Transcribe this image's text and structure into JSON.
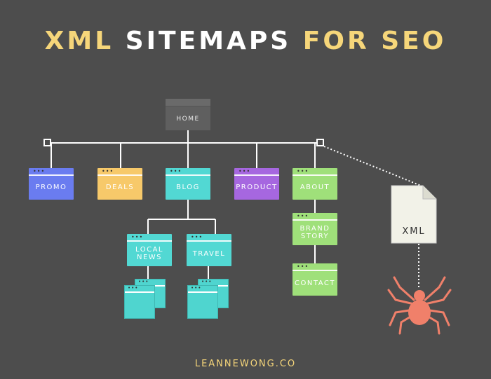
{
  "title": {
    "part1": "XML",
    "part2": "SITEMAPS",
    "part3": "FOR SEO"
  },
  "colors": {
    "background": "#4d4d4d",
    "accent": "#f6d67a",
    "promo": "#6a7cf0",
    "deals": "#f7c96a",
    "blog": "#52d8d3",
    "product": "#a667e0",
    "about": "#9fe07a",
    "spider": "#f0806a"
  },
  "nodes": {
    "home": "HOME",
    "promo": "PROMO",
    "deals": "DEALS",
    "blog": "BLOG",
    "product": "PRODUCT",
    "about": "ABOUT",
    "local_news": "LOCAL\nNEWS",
    "travel": "TRAVEL",
    "brand_story": "BRAND\nSTORY",
    "contact": "CONTACT"
  },
  "xml_doc": {
    "label": "XML",
    "icon": "file-icon"
  },
  "spider": {
    "icon": "spider-icon"
  },
  "footer": "LEANNEWONG.CO"
}
